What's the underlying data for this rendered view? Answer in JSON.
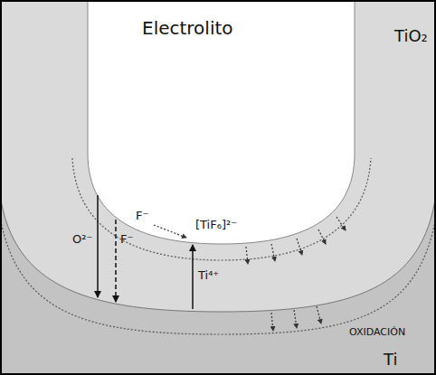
{
  "diagram": {
    "labels": [
      "Electrolito",
      "TiO₂",
      "[TiF₆]²⁻",
      "F⁻",
      "O²⁻",
      "F⁻",
      "Ti⁴⁺",
      "OXIDACIÓN",
      "Ti"
    ]
  }
}
